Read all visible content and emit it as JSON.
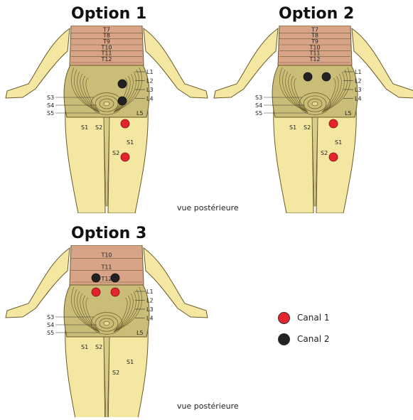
{
  "diagram": {
    "options": [
      {
        "title": "Option 1",
        "view_label": "vue postérieure",
        "canal1": [
          [
            176,
            174
          ],
          [
            176,
            221
          ]
        ],
        "canal2": [
          [
            172,
            118
          ],
          [
            172,
            142
          ]
        ],
        "thoracic": [
          "T7",
          "T8",
          "T9",
          "T10",
          "T11",
          "T12"
        ]
      },
      {
        "title": "Option 2",
        "view_label": "vue postérieure",
        "canal1": [
          [
            469,
            174
          ],
          [
            469,
            221
          ]
        ],
        "canal2": [
          [
            433,
            108
          ],
          [
            459,
            108
          ]
        ],
        "thoracic": [
          "T7",
          "T8",
          "T9",
          "T10",
          "T11",
          "T12"
        ]
      },
      {
        "title": "Option 3",
        "view_label": "vue postérieure",
        "canal1": [
          [
            135,
            411
          ],
          [
            162,
            411
          ]
        ],
        "canal2": [
          [
            135,
            391
          ],
          [
            162,
            391
          ]
        ],
        "thoracic": [
          "T10",
          "T11",
          "T12"
        ]
      }
    ],
    "lumbar_labels": [
      "L1",
      "L2",
      "L3",
      "L4",
      "L5"
    ],
    "sacral_labels": [
      "S3",
      "S4",
      "S5"
    ],
    "leg_labels": {
      "s1": "S1",
      "s2": "S2"
    },
    "legend": [
      {
        "label": "Canal 1",
        "color": "#e3242b"
      },
      {
        "label": "Canal 2",
        "color": "#222222"
      }
    ],
    "colors": {
      "skin": "#f3e7a2",
      "back": "#d8a487",
      "buttock_outer": "#c9bd77",
      "buttock_inner": "#e6dc95",
      "outline": "#6b5a2a",
      "canal1": "#e3242b",
      "canal2": "#222222"
    }
  }
}
